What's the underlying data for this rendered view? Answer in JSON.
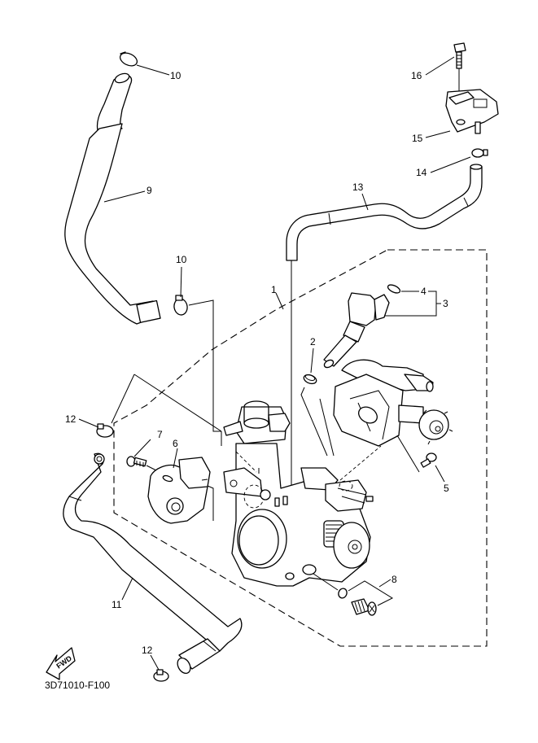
{
  "diagram": {
    "title": "Intake / Throttle Body Assembly",
    "code": "3D71010-F100",
    "fwd_label": "FWD",
    "colors": {
      "line": "#000000",
      "background": "#ffffff"
    },
    "callouts": [
      {
        "id": "1",
        "part": "throttle-body-assembly"
      },
      {
        "id": "2",
        "part": "injector-seal"
      },
      {
        "id": "3",
        "part": "fuel-injector-assembly"
      },
      {
        "id": "4",
        "part": "o-ring"
      },
      {
        "id": "5",
        "part": "screw"
      },
      {
        "id": "6",
        "part": "throttle-position-sensor"
      },
      {
        "id": "7",
        "part": "screw"
      },
      {
        "id": "8",
        "part": "idle-adjust-screw-set"
      },
      {
        "id": "9",
        "part": "hose"
      },
      {
        "id": "10a",
        "label": "10",
        "part": "hose-clamp-upper"
      },
      {
        "id": "10b",
        "label": "10",
        "part": "hose-clamp-lower"
      },
      {
        "id": "11",
        "part": "hose"
      },
      {
        "id": "12a",
        "label": "12",
        "part": "hose-clamp"
      },
      {
        "id": "12b",
        "label": "12",
        "part": "hose-clamp-bottom"
      },
      {
        "id": "13",
        "part": "vacuum-hose"
      },
      {
        "id": "14",
        "part": "hose-clip"
      },
      {
        "id": "15",
        "part": "pressure-sensor"
      },
      {
        "id": "16",
        "part": "bolt"
      }
    ],
    "labels": {
      "l1": "1",
      "l2": "2",
      "l3": "3",
      "l4": "4",
      "l5": "5",
      "l6": "6",
      "l7": "7",
      "l8": "8",
      "l9": "9",
      "l10a": "10",
      "l10b": "10",
      "l11": "11",
      "l12a": "12",
      "l12b": "12",
      "l13": "13",
      "l14": "14",
      "l15": "15",
      "l16": "16"
    }
  }
}
